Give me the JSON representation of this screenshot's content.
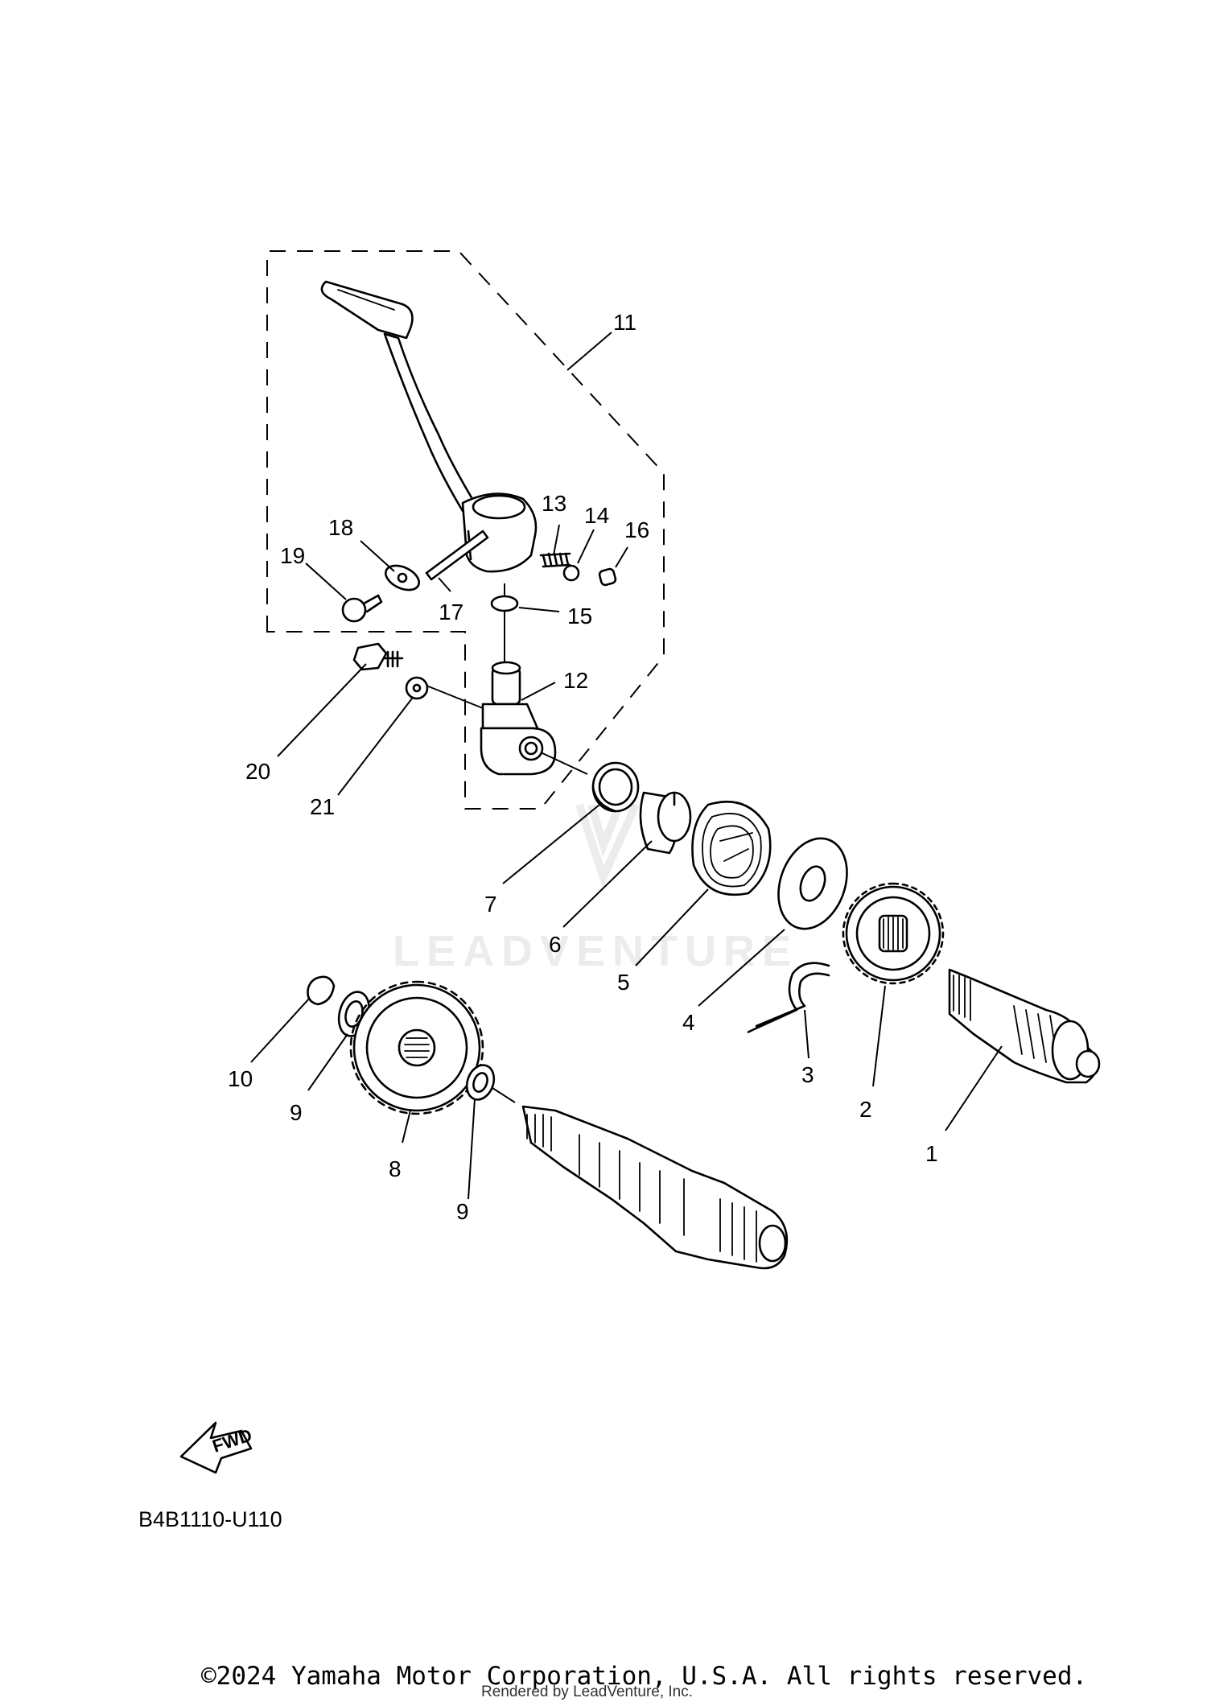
{
  "diagram": {
    "code": "B4B1110-U110",
    "fwd_label": "FWD",
    "watermark": "LEADVENTURE",
    "part_labels": {
      "p1": "1",
      "p2": "2",
      "p3": "3",
      "p4": "4",
      "p5": "5",
      "p6": "6",
      "p7": "7",
      "p8": "8",
      "p9a": "9",
      "p9b": "9",
      "p10": "10",
      "p11": "11",
      "p12": "12",
      "p13": "13",
      "p14": "14",
      "p15": "15",
      "p16": "16",
      "p17": "17",
      "p18": "18",
      "p19": "19",
      "p20": "20",
      "p21": "21"
    }
  },
  "footer": {
    "copyright": "©2024 Yamaha Motor Corporation, U.S.A. All rights reserved.",
    "rendered_by": "Rendered by LeadVenture, Inc."
  }
}
